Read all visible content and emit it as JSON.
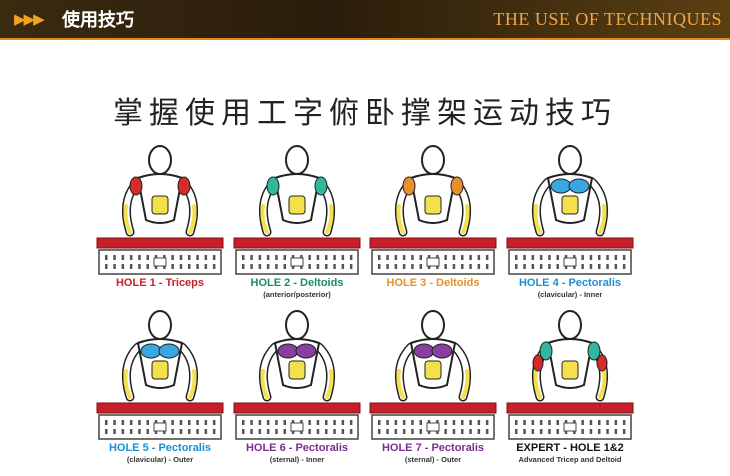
{
  "header": {
    "title_cn": "使用技巧",
    "title_en": "THE USE OF TECHNIQUES"
  },
  "main_title": "掌握使用工字俯卧撑架运动技巧",
  "colors": {
    "header_bg": "#2a1d0b",
    "accent_orange": "#e08a1a",
    "board_red": "#c8202a",
    "muscle_yellow": "#f3e04a",
    "muscle_red": "#d62a2a",
    "muscle_green": "#2fb89a",
    "muscle_orange": "#e8902a",
    "muscle_blue": "#3aa7e0",
    "muscle_purple": "#8a3fa0",
    "caption_red": "#c8202a",
    "caption_green": "#1a8c6a",
    "caption_orange": "#e8902a",
    "caption_blue": "#1d8fd0",
    "caption_purple": "#7a2f8f",
    "caption_black": "#111111"
  },
  "cells": [
    {
      "caption": "HOLE 1 - Triceps",
      "sub": "",
      "muscle": "red",
      "caption_color": "#c8202a"
    },
    {
      "caption": "HOLE 2 - Deltoids",
      "sub": "(anterior/posterior)",
      "muscle": "green",
      "caption_color": "#1a8c6a"
    },
    {
      "caption": "HOLE 3 - Deltoids",
      "sub": "",
      "muscle": "orange",
      "caption_color": "#e8902a"
    },
    {
      "caption": "HOLE 4 - Pectoralis",
      "sub": "(clavicular) - Inner",
      "muscle": "blue",
      "caption_color": "#1d8fd0"
    },
    {
      "caption": "HOLE 5 - Pectoralis",
      "sub": "(clavicular) - Outer",
      "muscle": "blue",
      "caption_color": "#1d8fd0"
    },
    {
      "caption": "HOLE 6 - Pectoralis",
      "sub": "(sternal) - Inner",
      "muscle": "purple",
      "caption_color": "#7a2f8f"
    },
    {
      "caption": "HOLE 7 - Pectoralis",
      "sub": "(sternal) - Outer",
      "muscle": "purple",
      "caption_color": "#7a2f8f"
    },
    {
      "caption": "EXPERT - HOLE 1&2",
      "sub": "Advanced Tricep and Deltoid",
      "muscle": "mixed",
      "caption_color": "#111111"
    }
  ]
}
